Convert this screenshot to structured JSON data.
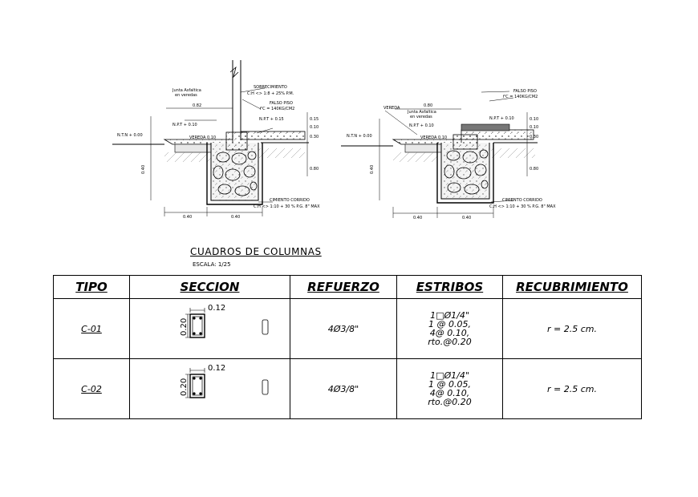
{
  "details": {
    "left": {
      "labels": {
        "junta": "Junta Asfaltica",
        "junta2": "en veredas",
        "sobrecimiento": "SOBRECIMIENTO",
        "sobre_mix": "C:H <> 1:8 + 25% P.M.",
        "dim_top": "0.82",
        "falso_piso": "FALSO PISO",
        "fc": "f'C = 140KG/CM2",
        "npt": "N.P.T + 0.15",
        "npt2": "N.P.T + 0.10",
        "ntn": "N.T.N + 0.00",
        "vereda": "VEREDA 0.10",
        "h_left": "0.40",
        "cimiento": "CIMIENTO CORRIDO",
        "cim_mix": "C:H <> 1:10 + 30 % P.G. 8\" MAX",
        "b1": "0.40",
        "b2": "0.40",
        "v1": "0.15",
        "v2": "0.10",
        "v3": "0.30",
        "v4": "0.80"
      }
    },
    "right": {
      "labels": {
        "falso_piso": "FALSO PISO",
        "fc": "f'C = 140KG/CM2",
        "dim_top": "0.80",
        "vereda_lbl": "VEREDA",
        "junta": "Junta Asfaltica",
        "junta2": "en veredas",
        "npt": "N.P.T + 0.10",
        "npt2": "N.P.T + 0.10",
        "ntn": "N.T.N + 0.00",
        "vereda": "VEREDA 0.10",
        "h_left": "0.40",
        "cimiento": "CIMIENTO CORRIDO",
        "cim_mix": "C:H <> 1:10 + 30 % P.G. 8\" MAX",
        "b1": "0.40",
        "b2": "0.40",
        "v1": "0.10",
        "v2": "0.10",
        "v3": "0.30",
        "v4": "0.80"
      }
    }
  },
  "table_title": "CUADROS DE COLUMNAS",
  "table_scale": "ESCALA: 1/25",
  "headers": [
    "TIPO",
    "SECCION",
    "REFUERZO",
    "ESTRIBOS",
    "RECUBRIMIENTO"
  ],
  "rows": [
    {
      "tipo": "C-01",
      "dim_w": "0.12",
      "dim_h": "0.20",
      "refuerzo": "4Ø3/8\"",
      "estribos": [
        "1□Ø1/4\"",
        "1 @ 0.05,",
        "4@ 0.10,",
        "rto.@0.20"
      ],
      "recubrimiento": "r = 2.5 cm."
    },
    {
      "tipo": "C-02",
      "dim_w": "0.12",
      "dim_h": "0.20",
      "refuerzo": "4Ø3/8\"",
      "estribos": [
        "1□Ø1/4\"",
        "1 @ 0.05,",
        "4@ 0.10,",
        "rto.@0.20"
      ],
      "recubrimiento": "r = 2.5 cm."
    }
  ]
}
